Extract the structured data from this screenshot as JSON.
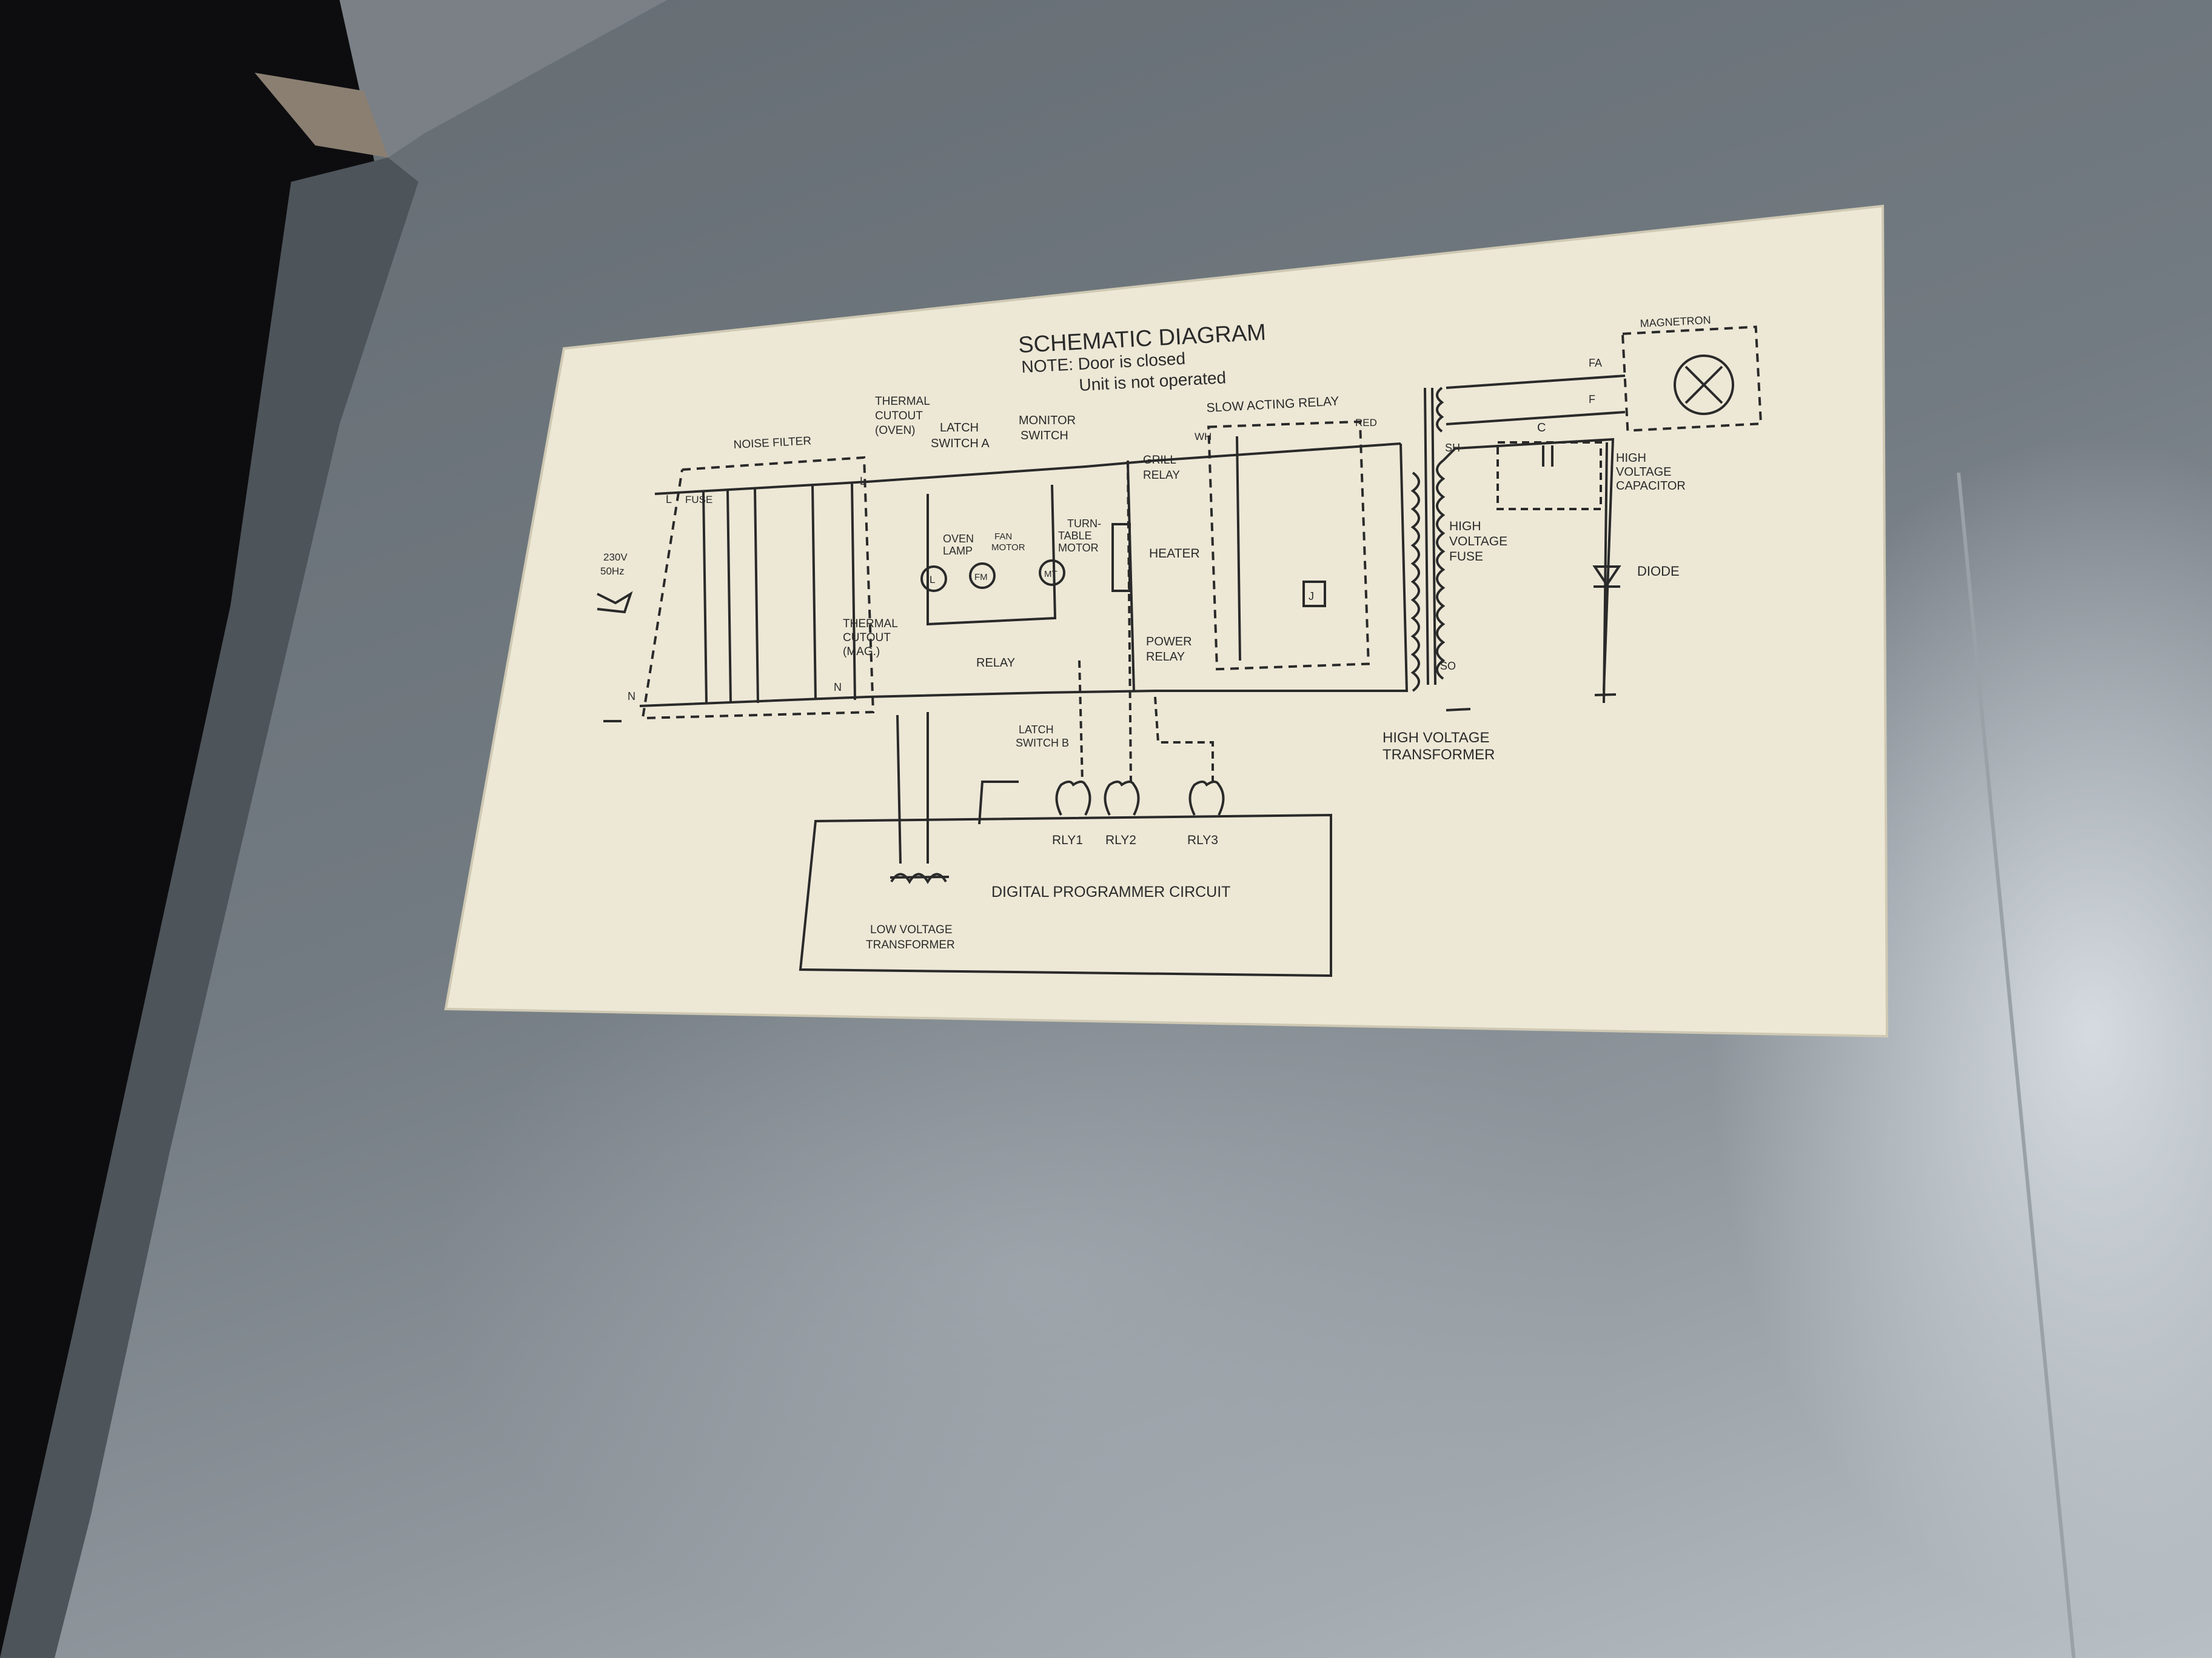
{
  "title": "SCHEMATIC   DIAGRAM",
  "note_line1": "NOTE: Door is closed",
  "note_line2": "Unit is not operated",
  "labels": {
    "noise_filter": "NOISE FILTER",
    "fuse": "FUSE",
    "l_left": "L",
    "n_left": "N",
    "l_right": "L",
    "n_right": "N",
    "supply_v": "230V",
    "supply_hz": "50Hz",
    "thermal_cutout_oven_1": "THERMAL",
    "thermal_cutout_oven_2": "CUTOUT",
    "thermal_cutout_oven_3": "(OVEN)",
    "latch_switch_a_1": "LATCH",
    "latch_switch_a_2": "SWITCH A",
    "monitor_switch_1": "MONITOR",
    "monitor_switch_2": "SWITCH",
    "grill_relay_1": "GRILL",
    "grill_relay_2": "RELAY",
    "slow_acting_relay": "SLOW ACTING RELAY",
    "wh": "WH",
    "red": "RED",
    "oven_lamp_1": "OVEN",
    "oven_lamp_2": "LAMP",
    "fan_motor_1": "FAN",
    "fan_motor_2": "MOTOR",
    "turntable_motor_1": "TURN-",
    "turntable_motor_2": "TABLE",
    "turntable_motor_3": "MOTOR",
    "sym_l": "L",
    "sym_fm": "FM",
    "sym_mt": "MT",
    "heater": "HEATER",
    "thermal_cutout_mag_1": "THERMAL",
    "thermal_cutout_mag_2": "CUTOUT",
    "thermal_cutout_mag_3": "(MAG.)",
    "relay": "RELAY",
    "power_relay_1": "POWER",
    "power_relay_2": "RELAY",
    "latch_switch_b_1": "LATCH",
    "latch_switch_b_2": "SWITCH B",
    "rly1": "RLY1",
    "rly2": "RLY2",
    "rly3": "RLY3",
    "digital_programmer": "DIGITAL PROGRAMMER CIRCUIT",
    "low_voltage_transformer_1": "LOW VOLTAGE",
    "low_voltage_transformer_2": "TRANSFORMER",
    "high_voltage_transformer_1": "HIGH VOLTAGE",
    "high_voltage_transformer_2": "TRANSFORMER",
    "sh": "SH",
    "so": "SO",
    "hv_fuse_1": "HIGH",
    "hv_fuse_2": "VOLTAGE",
    "hv_fuse_3": "FUSE",
    "c": "C",
    "hv_capacitor_1": "HIGH",
    "hv_capacitor_2": "VOLTAGE",
    "hv_capacitor_3": "CAPACITOR",
    "diode": "DIODE",
    "magnetron": "MAGNETRON",
    "fa": "FA",
    "f": "F",
    "sym_j": "J"
  },
  "colors": {
    "paper": "#ede8d6",
    "ink": "#2a2a2a",
    "metal": "#737b82",
    "shadow": "#0b0b0c"
  }
}
